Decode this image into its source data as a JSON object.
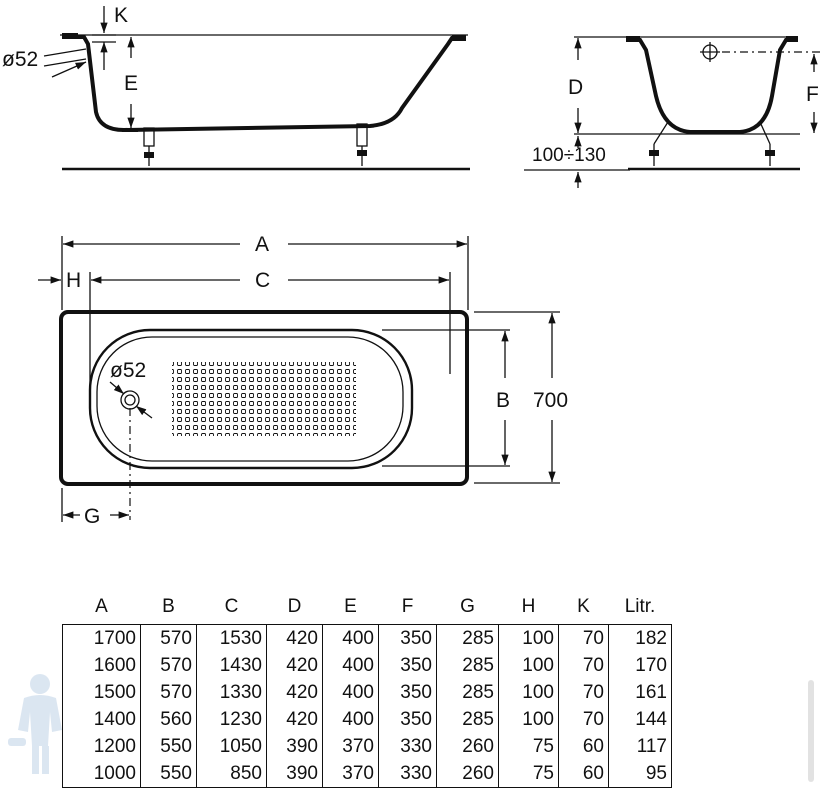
{
  "labels": {
    "K": "K",
    "d52_side": "ø52",
    "E": "E",
    "D": "D",
    "F": "F",
    "feet": "100÷130",
    "A": "A",
    "H": "H",
    "C": "C",
    "d52_top": "ø52",
    "B": "B",
    "width": "700",
    "G": "G"
  },
  "table": {
    "headers": [
      "A",
      "B",
      "C",
      "D",
      "E",
      "F",
      "G",
      "H",
      "K",
      "Litr."
    ],
    "rows": [
      [
        "1700",
        "570",
        "1530",
        "420",
        "400",
        "350",
        "285",
        "100",
        "70",
        "182"
      ],
      [
        "1600",
        "570",
        "1430",
        "420",
        "400",
        "350",
        "285",
        "100",
        "70",
        "170"
      ],
      [
        "1500",
        "570",
        "1330",
        "420",
        "400",
        "350",
        "285",
        "100",
        "70",
        "161"
      ],
      [
        "1400",
        "560",
        "1230",
        "420",
        "400",
        "350",
        "285",
        "100",
        "70",
        "144"
      ],
      [
        "1200",
        "550",
        "1050",
        "390",
        "370",
        "330",
        "260",
        "75",
        "60",
        "117"
      ],
      [
        "1000",
        "550",
        "850",
        "390",
        "370",
        "330",
        "260",
        "75",
        "60",
        "95"
      ]
    ]
  },
  "colors": {
    "line": "#111111",
    "background": "#ffffff",
    "watermark": "#9bb8d8"
  },
  "icons": {
    "watermark": "plumber-figure-icon"
  }
}
